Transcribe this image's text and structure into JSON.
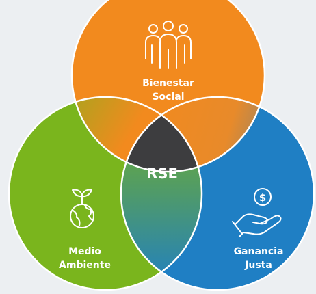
{
  "diagram": {
    "center_label": "RSE",
    "circles": [
      {
        "id": "social",
        "label_lines": [
          "Bienestar",
          "Social"
        ],
        "color": "#f28a1e",
        "icon": "people-group-icon"
      },
      {
        "id": "environment",
        "label_lines": [
          "Medio",
          "Ambiente"
        ],
        "color": "#7ab51d",
        "icon": "plant-globe-icon"
      },
      {
        "id": "profit",
        "label_lines": [
          "Ganancia",
          "Justa"
        ],
        "color": "#1f7fc4",
        "icon": "hand-coin-icon"
      }
    ],
    "center_color": "#3d3d3f",
    "border_color": "#ffffff"
  }
}
